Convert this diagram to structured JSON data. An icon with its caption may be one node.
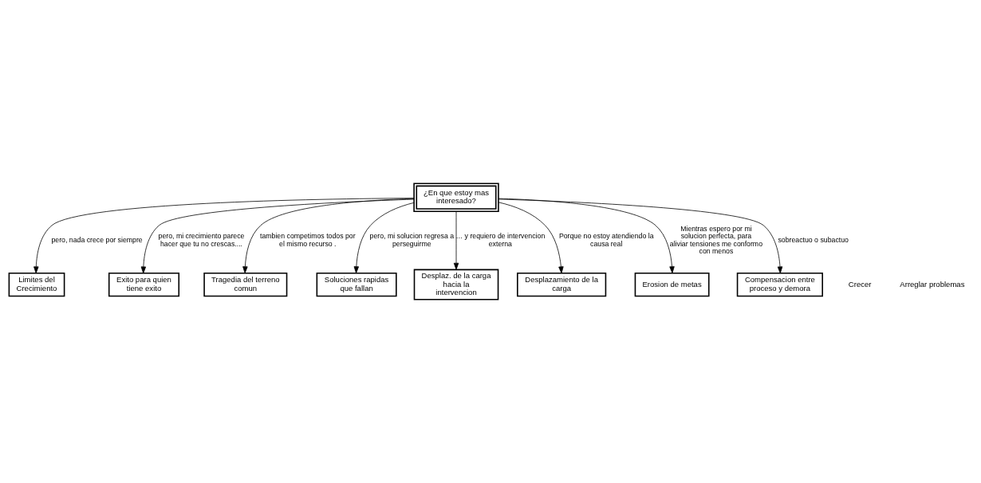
{
  "diagram": {
    "nodes": [
      {
        "text": [
          "¿En que estoy mas interesado?"
        ]
      },
      {
        "text": [
          "Limites del Crecimiento"
        ]
      },
      {
        "text": [
          "Exito para quien tiene exito"
        ]
      },
      {
        "text": [
          "Tragedia del terreno comun"
        ]
      },
      {
        "text": [
          "Soluciones rapidas que fallan"
        ]
      },
      {
        "text": [
          "Desplaz. de la carga hacia la intervencion"
        ]
      },
      {
        "text": [
          "Desplazamiento de la carga"
        ]
      },
      {
        "text": [
          "Erosion de metas"
        ]
      },
      {
        "text": [
          "Compensacion entre proceso y demora"
        ]
      }
    ],
    "edges": [
      {
        "from": 0,
        "to": 1,
        "arrow": "to",
        "label": "pero, nada crece por siempre"
      },
      {
        "from": 0,
        "to": 2,
        "arrow": "to",
        "label": "pero, mi crecimiento parece hacer que tu no crescas...."
      },
      {
        "from": 0,
        "to": 3,
        "arrow": "to",
        "label": "tambien competimos todos por el mismo recurso ."
      },
      {
        "from": 0,
        "to": 8,
        "arrow": "to",
        "label": "sobreactuo o subactuo"
      },
      {
        "from": 0,
        "to": 4,
        "arrow": "to",
        "label": "pero, mi solucion regresa a perseguirme"
      },
      {
        "from": 0,
        "to": 7,
        "arrow": "to",
        "label": "Mientras espero por mi solucion perfecta, para aliviar tensiones me conformo con menos"
      },
      {
        "from": 0,
        "to": 6,
        "arrow": "to",
        "label": "Porque no estoy atendiendo la causa real"
      },
      {
        "from": 0,
        "to": 5,
        "arrow": "to",
        "label": "… y requiero de intervencion externa"
      }
    ],
    "labels": [
      "Crecer",
      "Arreglar problemas"
    ]
  }
}
